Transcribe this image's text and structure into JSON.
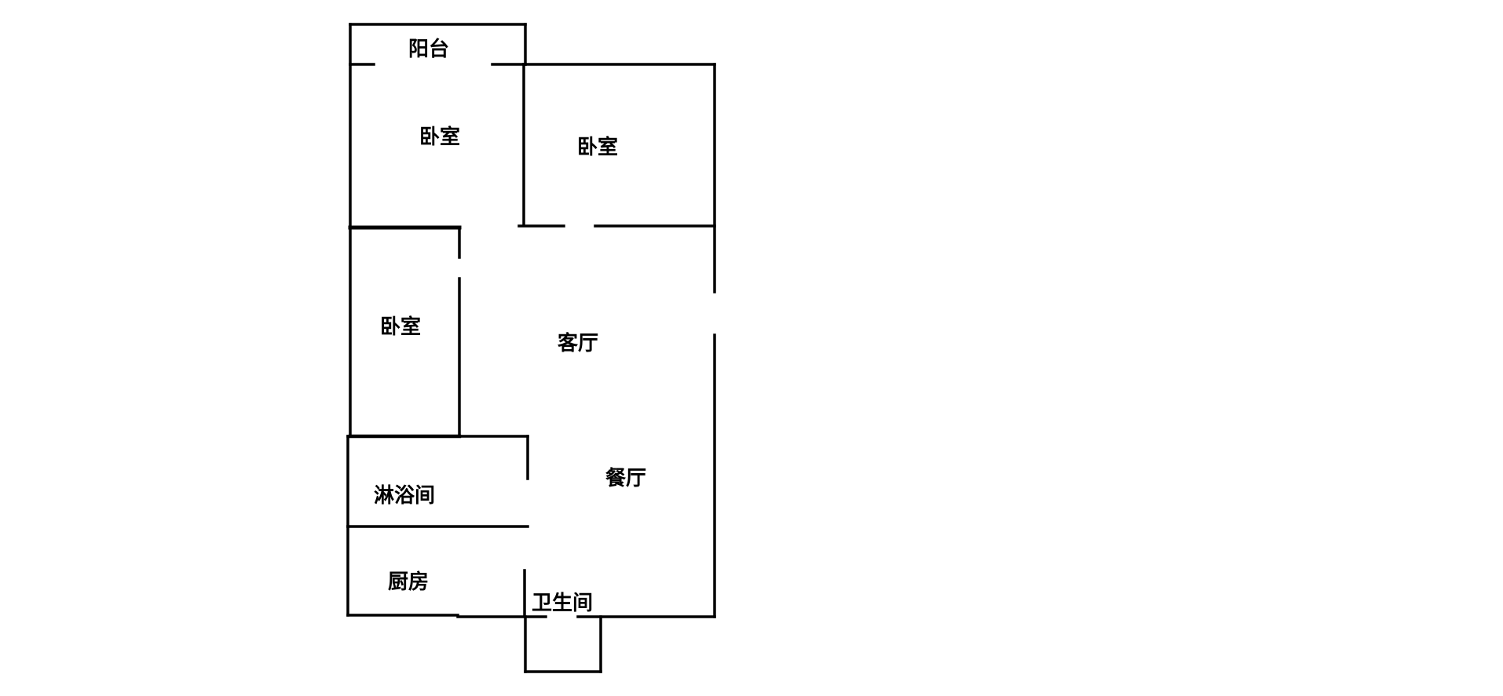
{
  "rooms": {
    "balcony": "阳台",
    "bedroom_top_left": "卧室",
    "bedroom_top_right": "卧室",
    "bedroom_left": "卧室",
    "living_room": "客厅",
    "dining_room": "餐厅",
    "shower_room": "淋浴间",
    "kitchen": "厨房",
    "toilet": "卫生间"
  },
  "colors": {
    "wall": "#000000",
    "background": "#ffffff"
  }
}
